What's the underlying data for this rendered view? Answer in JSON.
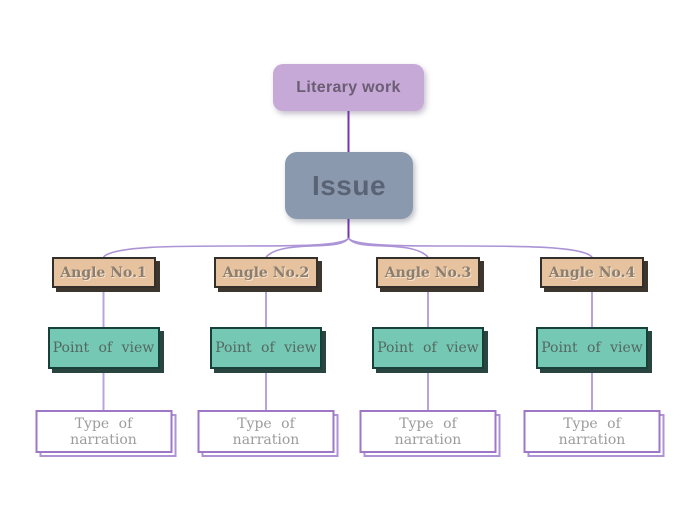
{
  "diagram": {
    "root_label": "Literary work",
    "issue_label": "Issue",
    "columns": [
      {
        "angle_label": "Angle No.1",
        "pov_label": "Point of view",
        "narration_label": "Type of narration"
      },
      {
        "angle_label": "Angle No.2",
        "pov_label": "Point of view",
        "narration_label": "Type of narration"
      },
      {
        "angle_label": "Angle No.3",
        "pov_label": "Point of view",
        "narration_label": "Type of narration"
      },
      {
        "angle_label": "Angle No.4",
        "pov_label": "Point of view",
        "narration_label": "Type of narration"
      }
    ],
    "colors": {
      "root_fill": "#c6a9d7",
      "issue_fill": "#8b99af",
      "angle_fill": "#e6c29e",
      "pov_fill": "#75c8b4",
      "narration_border": "#9e77c6",
      "connector_primary": "#7434b3",
      "connector_secondary": "#ab93d6"
    }
  }
}
